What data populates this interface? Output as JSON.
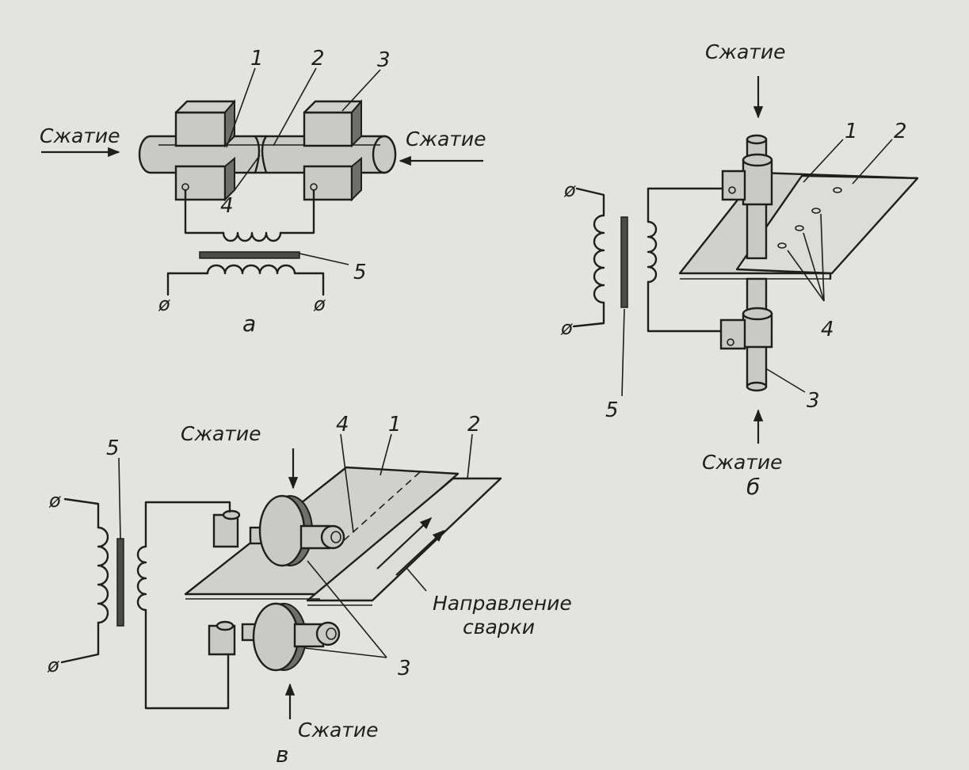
{
  "figure_a": {
    "force_left": "Сжатие",
    "force_right": "Сжатие",
    "label_1": "1",
    "label_2": "2",
    "label_3": "3",
    "label_4": "4",
    "label_5": "5",
    "terminal_left": "ø",
    "terminal_right": "ø",
    "caption": "а"
  },
  "figure_b": {
    "force_top": "Сжатие",
    "force_bottom": "Сжатие",
    "label_1": "1",
    "label_2": "2",
    "label_3": "3",
    "label_4": "4",
    "label_5": "5",
    "terminal_top": "ø",
    "terminal_bottom": "ø",
    "caption": "б"
  },
  "figure_c": {
    "force_top": "Сжатие",
    "force_bottom": "Сжатие",
    "label_1": "1",
    "label_2": "2",
    "label_3": "3",
    "label_4": "4",
    "label_5": "5",
    "terminal_top": "ø",
    "terminal_bottom": "ø",
    "direction_line1": "Направление",
    "direction_line2": "сварки",
    "caption": "в"
  }
}
